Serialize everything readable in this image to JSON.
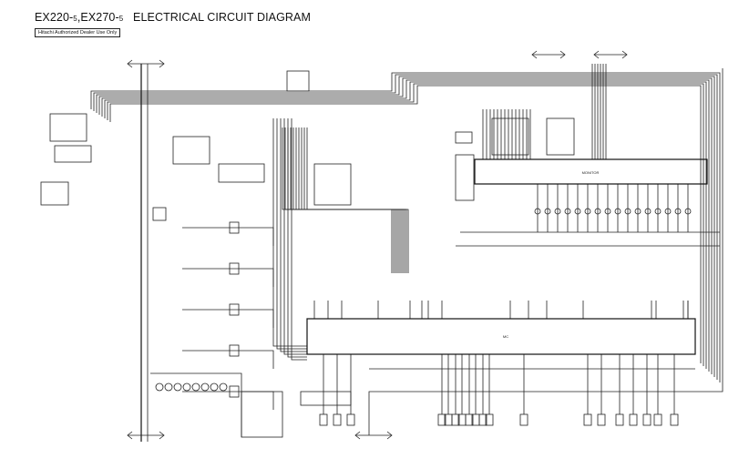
{
  "document": {
    "title_parts": [
      "EX220-",
      "5",
      ",EX270-",
      "5",
      "   ELECTRICAL CIRCUIT DIAGRAM"
    ],
    "notice": "Hitachi Authorized Dealer Use Only"
  },
  "blocks": {
    "monitor": "MONITOR",
    "mc": "MC"
  }
}
